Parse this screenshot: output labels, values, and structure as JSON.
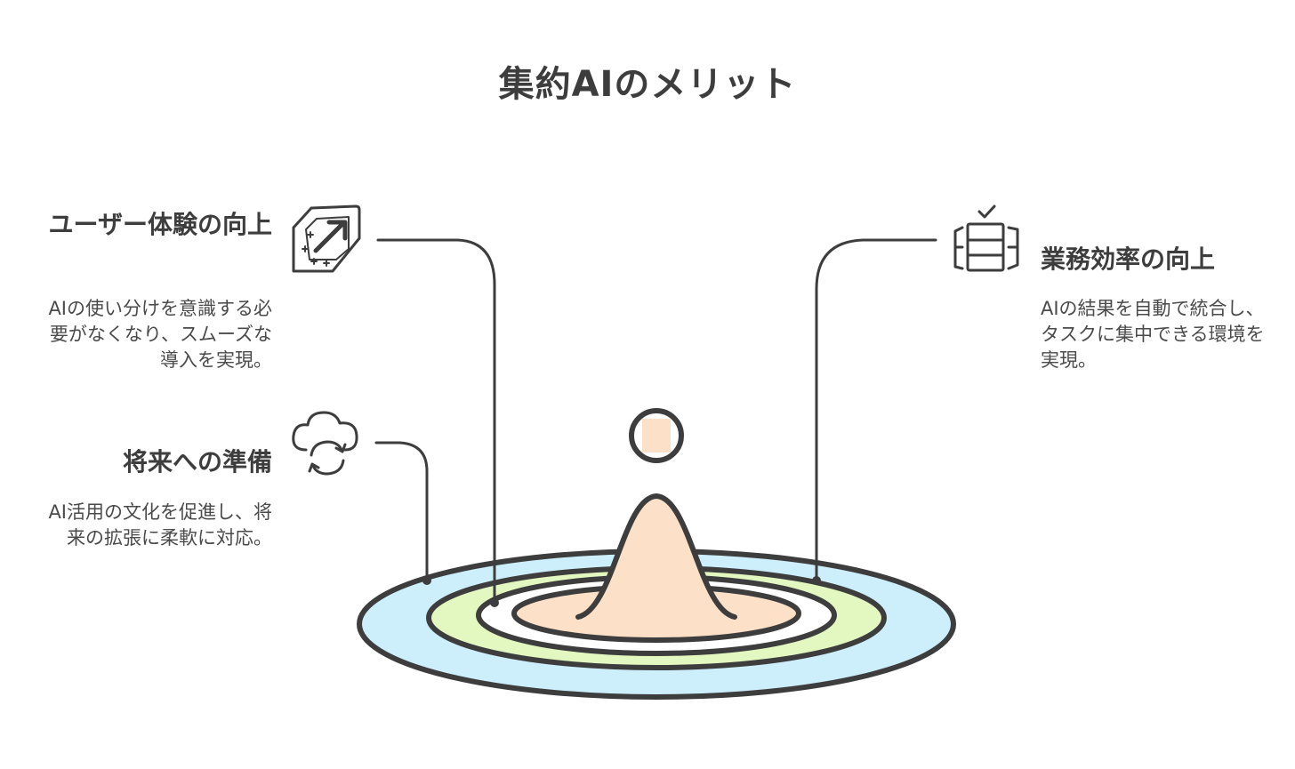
{
  "title": "集約AIのメリット",
  "benefits": [
    {
      "heading": "ユーザー体験の向上",
      "description": "AIの使い分けを意識する必要がなくなり、スムーズな導入を実現。",
      "icon": "user-experience-arrow-icon"
    },
    {
      "heading": "将来への準備",
      "description": "AI活用の文化を促進し、将来の拡張に柔軟に対応。",
      "icon": "cloud-sync-icon"
    },
    {
      "heading": "業務効率の向上",
      "description": "AIの結果を自動で統合し、タスクに集中できる環境を実現。",
      "icon": "stacked-checklist-icon"
    }
  ],
  "colors": {
    "outline": "#3d3d3d",
    "outer_ring_fill": "#cdeefb",
    "middle_ring_fill": "#e3f7c1",
    "center_fill": "#fde0c8",
    "text": "#3d3d3d"
  }
}
